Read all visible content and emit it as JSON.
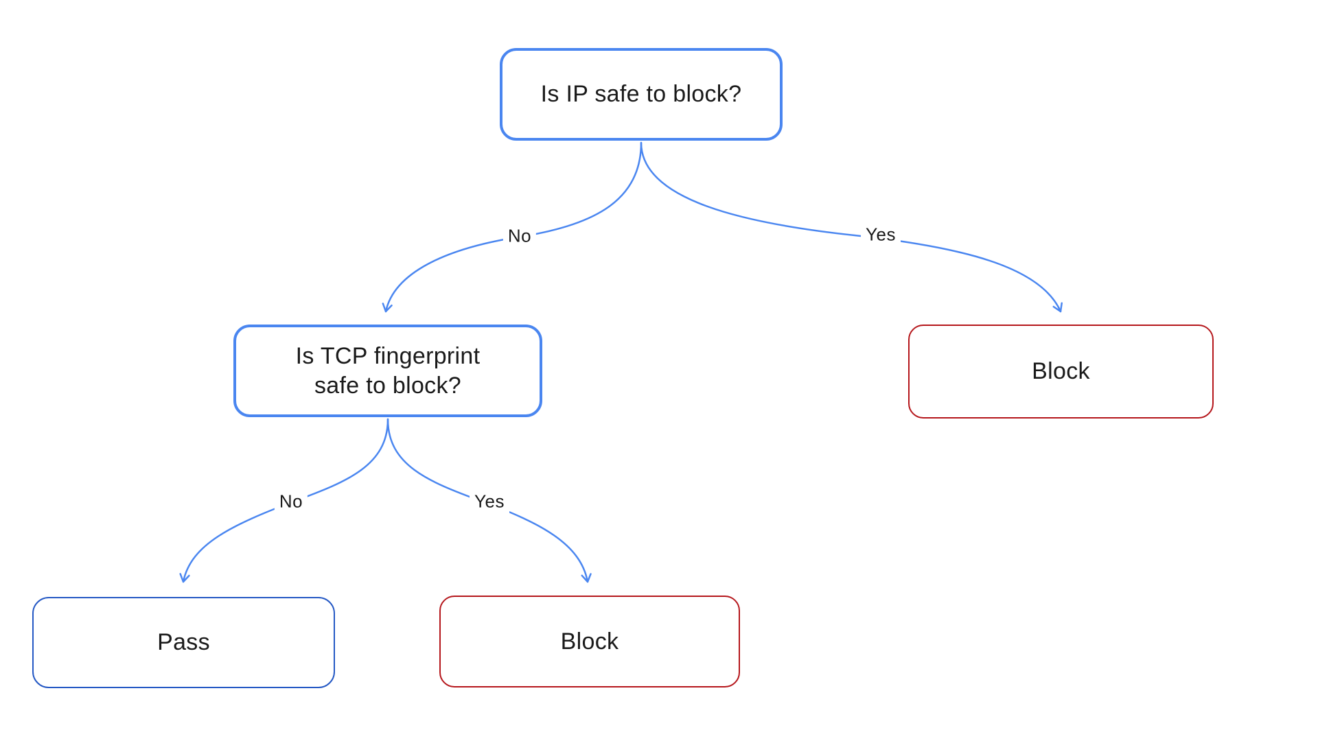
{
  "canvas": {
    "background": "#ffffff"
  },
  "colors": {
    "edge": "#4a86f0",
    "decision-border": "#4a86f0",
    "pass-border": "#2458c4",
    "block-border": "#b5161b",
    "text": "#1a1a1a"
  },
  "nodes": {
    "root": {
      "label": "Is IP safe to block?",
      "type": "decision"
    },
    "tcp": {
      "label": "Is TCP fingerprint safe to block?",
      "type": "decision"
    },
    "block_right": {
      "label": "Block",
      "type": "terminal-block"
    },
    "pass": {
      "label": "Pass",
      "type": "terminal-pass"
    },
    "block_bottom": {
      "label": "Block",
      "type": "terminal-block"
    }
  },
  "edges": {
    "root_no": {
      "label": "No",
      "from": "root",
      "to": "tcp"
    },
    "root_yes": {
      "label": "Yes",
      "from": "root",
      "to": "block_right"
    },
    "tcp_no": {
      "label": "No",
      "from": "tcp",
      "to": "pass"
    },
    "tcp_yes": {
      "label": "Yes",
      "from": "tcp",
      "to": "block_bottom"
    }
  }
}
